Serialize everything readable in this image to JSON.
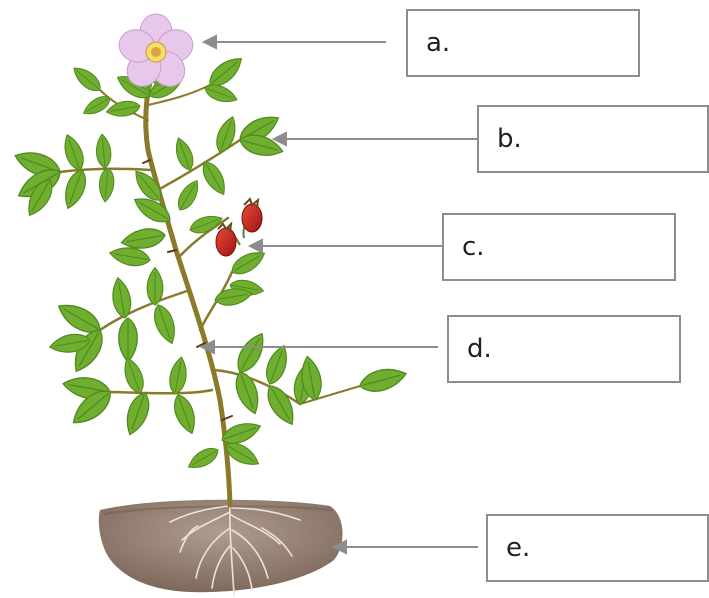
{
  "diagram": {
    "labels": [
      {
        "id": "a",
        "text": "a.",
        "points_to": "flower"
      },
      {
        "id": "b",
        "text": "b.",
        "points_to": "leaf"
      },
      {
        "id": "c",
        "text": "c.",
        "points_to": "fruit"
      },
      {
        "id": "d",
        "text": "d.",
        "points_to": "stem"
      },
      {
        "id": "e",
        "text": "e.",
        "points_to": "root"
      }
    ]
  },
  "colors": {
    "leaf": "#6fae2e",
    "leaf_dark": "#4e8a1f",
    "stem": "#8a7a2a",
    "petal": "#e7c8ea",
    "flower_center": "#e6c14a",
    "hip": "#c8231f",
    "soil": "#9b8677",
    "root": "#e8e0d2",
    "box_border": "#8d8d8d",
    "arrow": "#8d8d8d"
  }
}
